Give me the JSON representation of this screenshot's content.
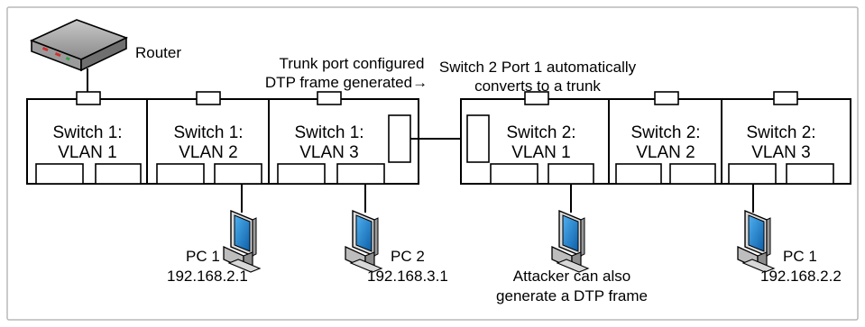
{
  "router": {
    "label": "Router"
  },
  "switch1": {
    "vlan1": {
      "line1": "Switch 1:",
      "line2": "VLAN 1"
    },
    "vlan2": {
      "line1": "Switch 1:",
      "line2": "VLAN 2"
    },
    "vlan3": {
      "line1": "Switch 1:",
      "line2": "VLAN 3"
    }
  },
  "switch2": {
    "vlan1": {
      "line1": "Switch 2:",
      "line2": "VLAN 1"
    },
    "vlan2": {
      "line1": "Switch 2:",
      "line2": "VLAN 2"
    },
    "vlan3": {
      "line1": "Switch 2:",
      "line2": "VLAN 3"
    }
  },
  "annotations": {
    "trunk_line1": "Trunk port configured",
    "trunk_line2": "DTP frame generated→",
    "convert_line1": "Switch 2 Port 1 automatically",
    "convert_line2": "converts to a trunk",
    "attacker_line1": "Attacker can also",
    "attacker_line2": "generate a DTP frame"
  },
  "pcs": [
    {
      "name": "PC 1",
      "ip": "192.168.2.1"
    },
    {
      "name": "PC 2",
      "ip": "192.168.3.1"
    },
    {
      "name": "PC 1",
      "ip": "192.168.2.2"
    }
  ],
  "colors": {
    "screen": "#1a7fd0",
    "router_body": "#7a7a7a",
    "router_led": "#d03030"
  }
}
